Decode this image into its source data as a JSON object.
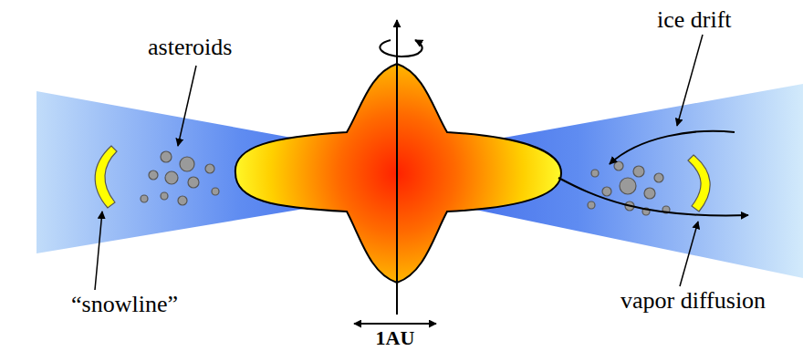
{
  "diagram": {
    "labels": [
      "asteroids",
      "ice drift",
      "“snowline”",
      "vapor diffusion",
      "1AU"
    ]
  }
}
